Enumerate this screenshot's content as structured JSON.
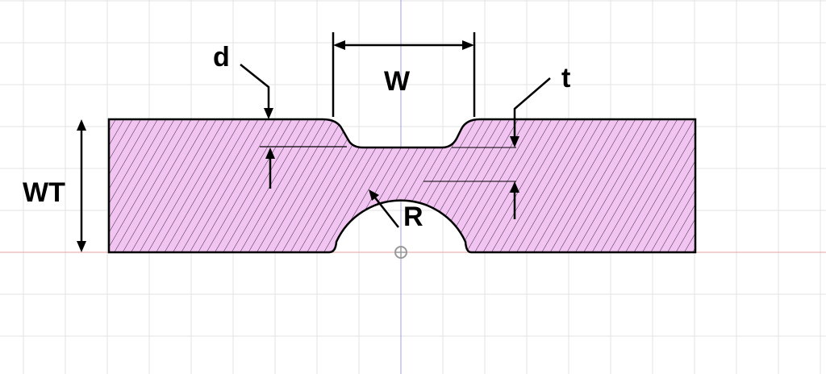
{
  "labels": {
    "d": "d",
    "w": "W",
    "t": "t",
    "wt": "WT",
    "r": "R"
  },
  "colors": {
    "fill": "#f2c4f2",
    "hatch": "#3a2a3a",
    "grid": "#e3e3e3",
    "axis_x": "#e8a0a0",
    "axis_y": "#a0a0d8",
    "outline": "#000000"
  }
}
